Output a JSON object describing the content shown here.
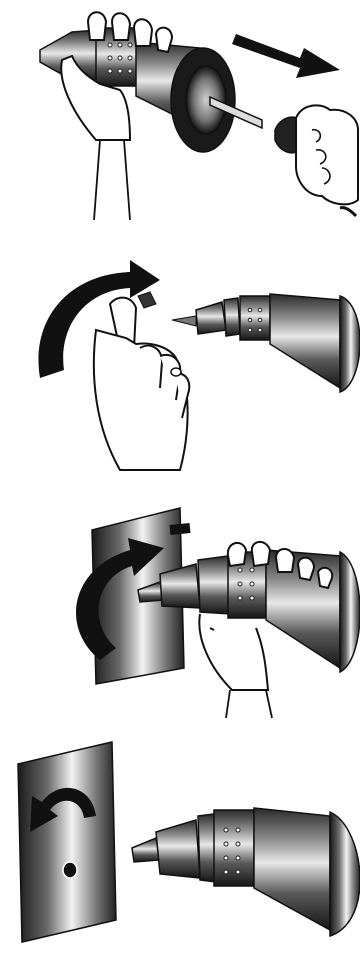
{
  "illustration": {
    "steps": [
      {
        "id": 1,
        "icon": "hand-holding-tool-removing-cap-icon",
        "arrow": "arrow-right-icon"
      },
      {
        "id": 2,
        "icon": "hand-threading-bit-icon",
        "arrow": "curved-arrow-clockwise-icon"
      },
      {
        "id": 3,
        "icon": "tool-driving-into-panel-icon",
        "arrow": "curved-arrow-clockwise-icon"
      },
      {
        "id": 4,
        "icon": "tool-removed-from-panel-icon",
        "arrow": "curved-arrow-counterclockwise-icon"
      }
    ],
    "colors": {
      "ink": "#111111",
      "metal_dark": "#1a1a1a",
      "metal_light": "#d9d9d9",
      "paper": "#ffffff"
    }
  }
}
